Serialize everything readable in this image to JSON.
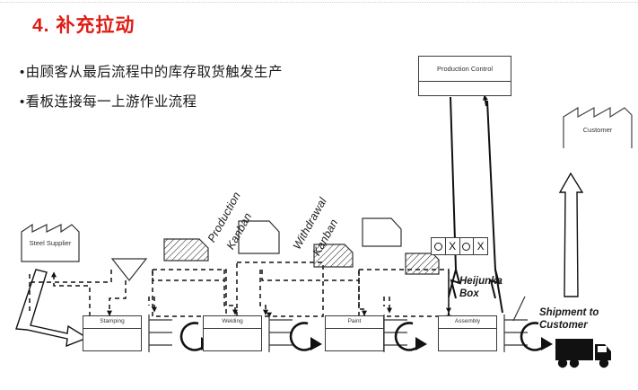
{
  "slide": {
    "title": "4. 补充拉动",
    "bullets": [
      "由顾客从最后流程中的库存取货触发生产",
      "看板连接每一上游作业流程"
    ],
    "bullet_marker": "•",
    "title_color": "#e01b13",
    "line_color": "#3a3a3a",
    "background": "#ffffff"
  },
  "diagram": {
    "type": "value-stream-map",
    "control_box": {
      "label": "Production Control"
    },
    "external_entities": [
      {
        "id": "steel-supplier",
        "label": "Steel Supplier"
      },
      {
        "id": "customer",
        "label": "Customer"
      }
    ],
    "processes": [
      {
        "id": "stamping",
        "label": "Stamping"
      },
      {
        "id": "welding",
        "label": "Welding"
      },
      {
        "id": "paint",
        "label": "Paint"
      },
      {
        "id": "assembly",
        "label": "Assembly"
      }
    ],
    "heijunka": {
      "cells": [
        "O",
        "X",
        "O",
        "X"
      ],
      "label_line1": "Heijunka",
      "label_line2": "Box"
    },
    "kanban_labels": [
      {
        "id": "production-kanban",
        "line1": "Production",
        "line2": "Kanban"
      },
      {
        "id": "withdrawal-kanban",
        "line1": "Withdrawal",
        "line2": "Kanban"
      }
    ],
    "shipment": {
      "line1": "Shipment to",
      "line2": "Customer"
    },
    "symbols": {
      "supermarket": "inventory-triangle",
      "kanban-post": "kanban-post-rack",
      "kanban-card": "hatched-kanban-card",
      "withdrawal-card": "clipped-corner-card",
      "electronic-flow": "lightning-arrow",
      "material-push": "open-block-arrow",
      "truck": "delivery-truck",
      "pull": "circular-pull-arrow"
    }
  }
}
